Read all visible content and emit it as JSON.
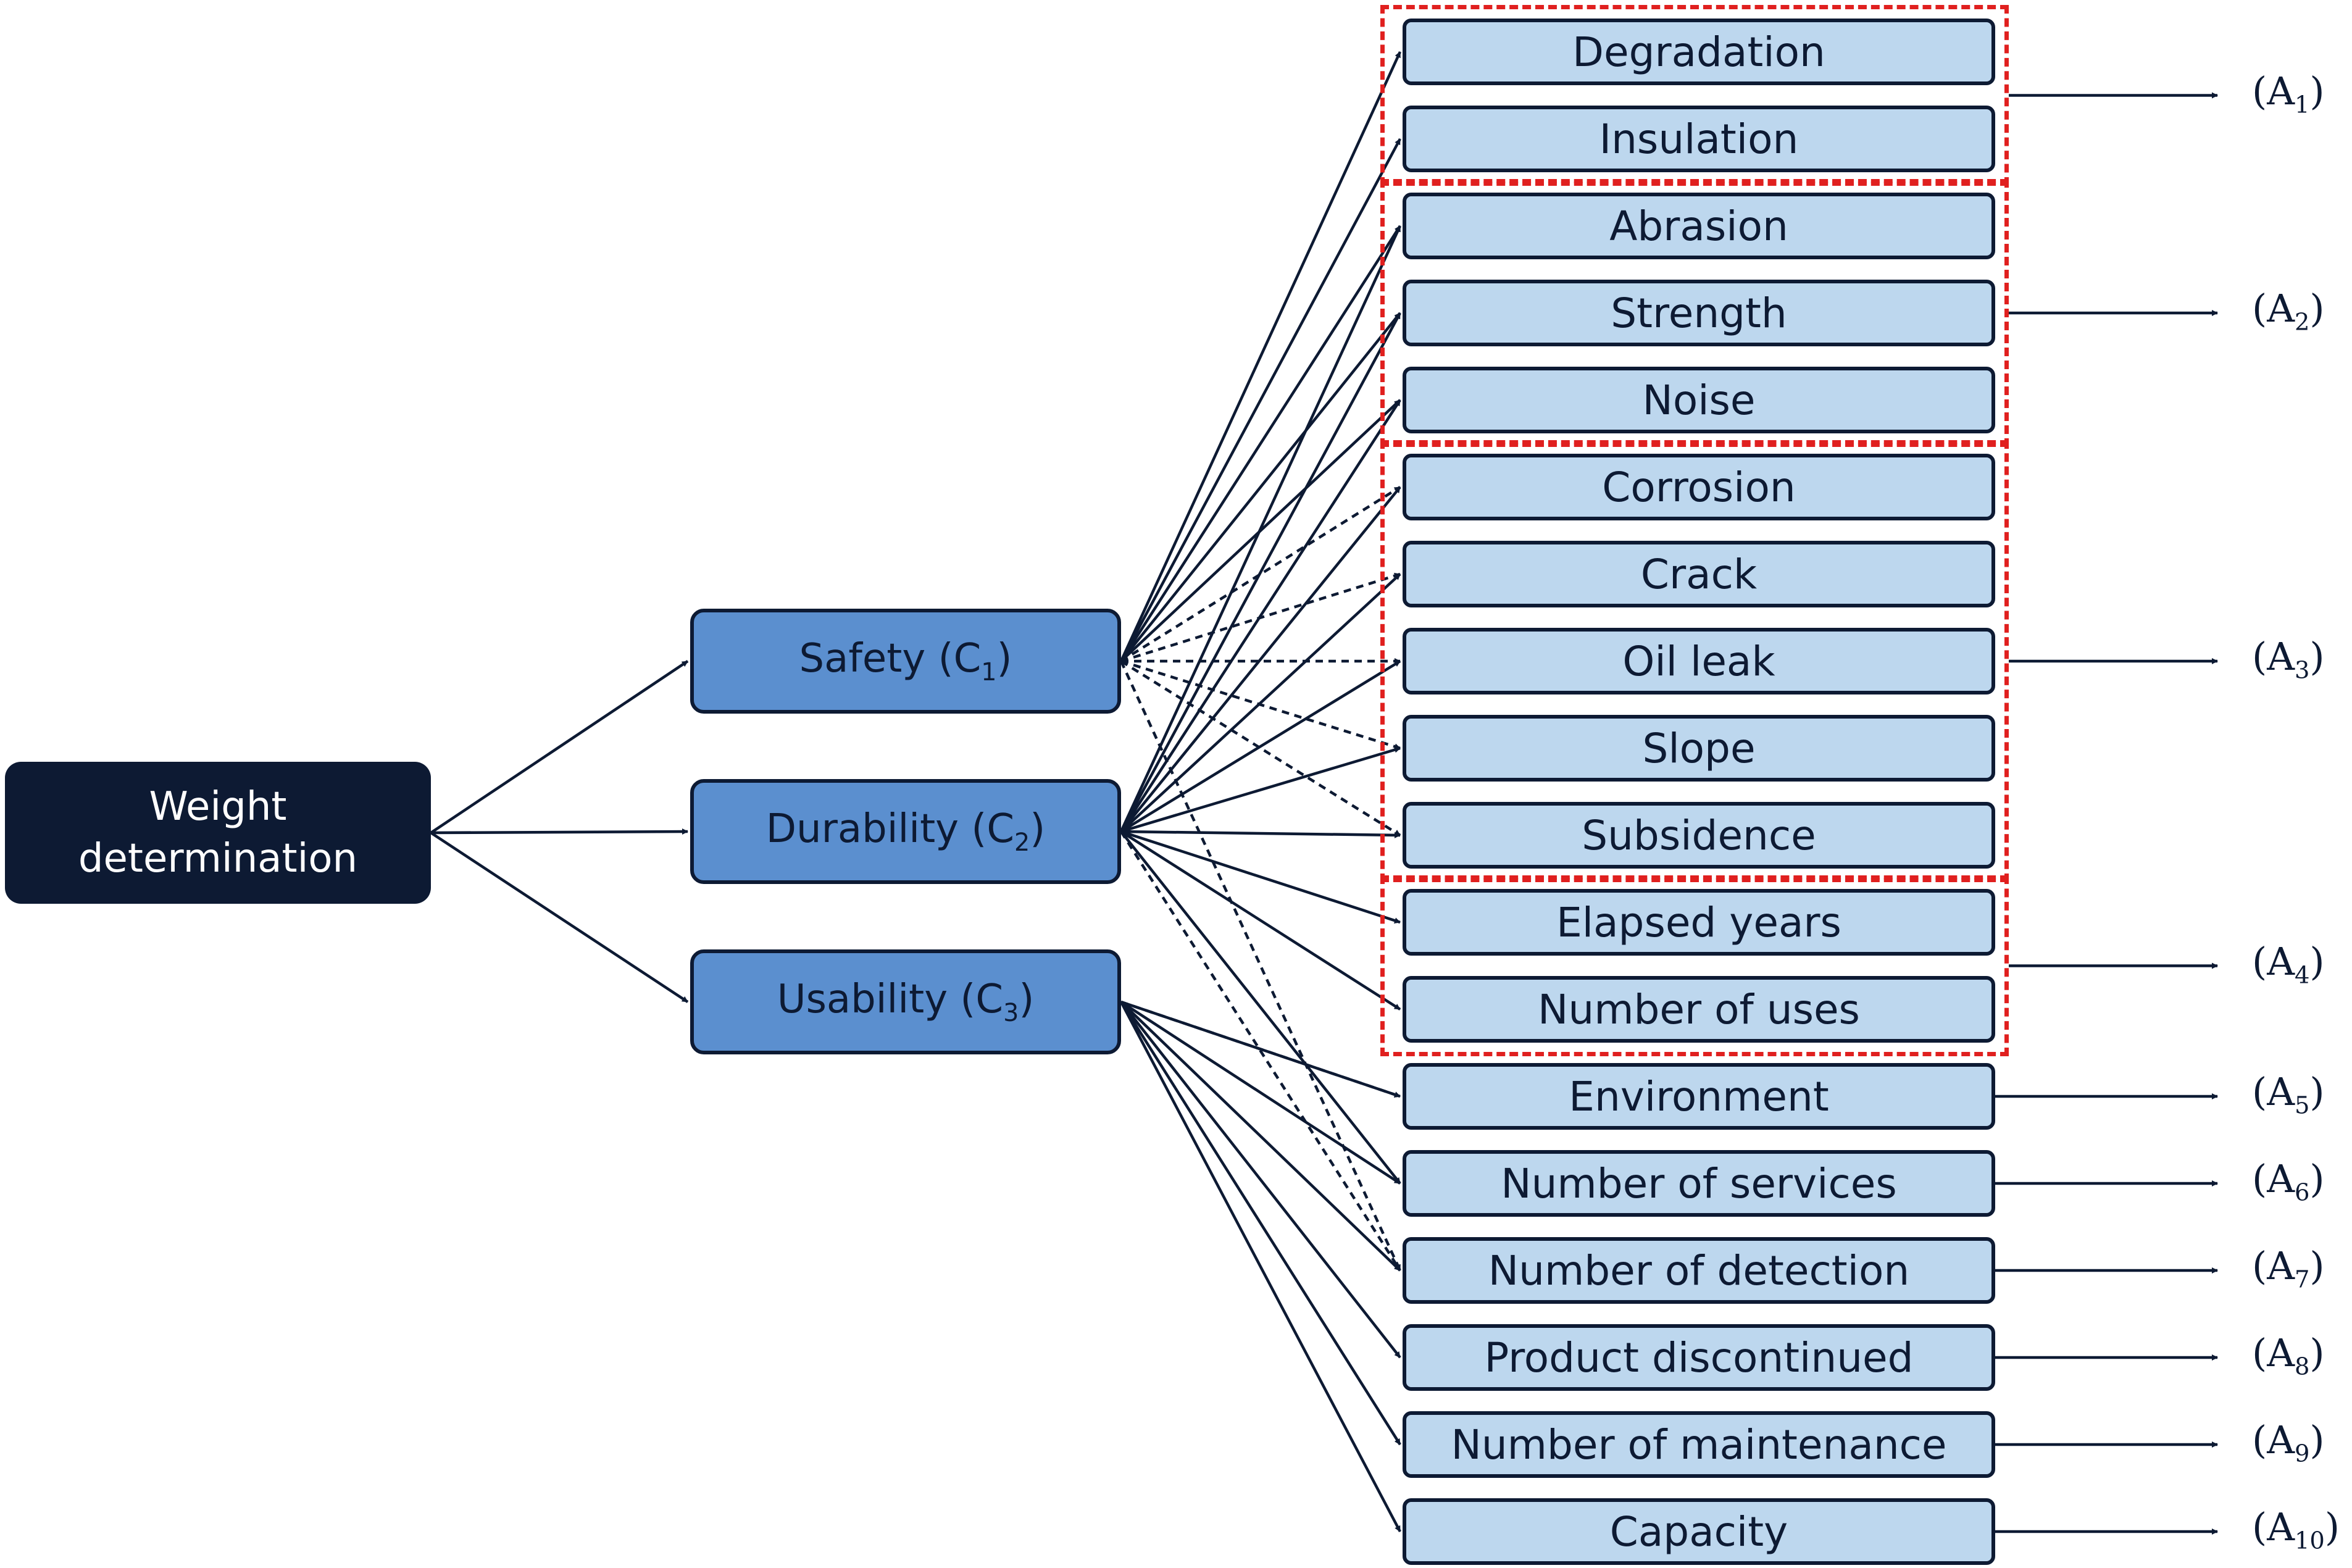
{
  "root": {
    "label_line1": "Weight",
    "label_line2": "determination"
  },
  "criteria": [
    {
      "label": "Safety",
      "sub": "1"
    },
    {
      "label": "Durability",
      "sub": "2"
    },
    {
      "label": "Usability",
      "sub": "3"
    }
  ],
  "subcriteria": [
    "Degradation",
    "Insulation",
    "Abrasion",
    "Strength",
    "Noise",
    "Corrosion",
    "Crack",
    "Oil leak",
    "Slope",
    "Subsidence",
    "Elapsed years",
    "Number of uses",
    "Environment",
    "Number of services",
    "Number of detection",
    "Product discontinued",
    "Number of maintenance",
    "Capacity"
  ],
  "groups": [
    {
      "sub": "1",
      "members": [
        "Degradation",
        "Insulation"
      ]
    },
    {
      "sub": "2",
      "members": [
        "Abrasion",
        "Strength",
        "Noise"
      ]
    },
    {
      "sub": "3",
      "members": [
        "Corrosion",
        "Crack",
        "Oil leak",
        "Slope",
        "Subsidence"
      ]
    },
    {
      "sub": "4",
      "members": [
        "Elapsed years",
        "Number of uses"
      ]
    },
    {
      "sub": "5",
      "members": [
        "Environment"
      ]
    },
    {
      "sub": "6",
      "members": [
        "Number of services"
      ]
    },
    {
      "sub": "7",
      "members": [
        "Number of detection"
      ]
    },
    {
      "sub": "8",
      "members": [
        "Product discontinued"
      ]
    },
    {
      "sub": "9",
      "members": [
        "Number of maintenance"
      ]
    },
    {
      "sub": "10",
      "members": [
        "Capacity"
      ]
    }
  ],
  "links": {
    "Safety": {
      "solid": [
        "Degradation",
        "Insulation",
        "Abrasion",
        "Strength",
        "Noise"
      ],
      "dashed": [
        "Corrosion",
        "Crack",
        "Oil leak",
        "Slope",
        "Subsidence",
        "Number of detection"
      ]
    },
    "Durability": {
      "solid": [
        "Abrasion",
        "Strength",
        "Noise",
        "Corrosion",
        "Crack",
        "Oil leak",
        "Slope",
        "Subsidence",
        "Elapsed years",
        "Number of uses",
        "Number of services"
      ],
      "dashed": [
        "Number of detection"
      ]
    },
    "Usability": {
      "solid": [
        "Environment",
        "Number of services",
        "Number of detection",
        "Product discontinued",
        "Number of maintenance",
        "Capacity"
      ],
      "dashed": [
        "Environment"
      ]
    }
  },
  "colors": {
    "dark": "#0d1a33",
    "criterion_fill": "#5b8fcf",
    "subcriterion_fill": "#bdd7ee",
    "group_border": "#e0201f"
  }
}
